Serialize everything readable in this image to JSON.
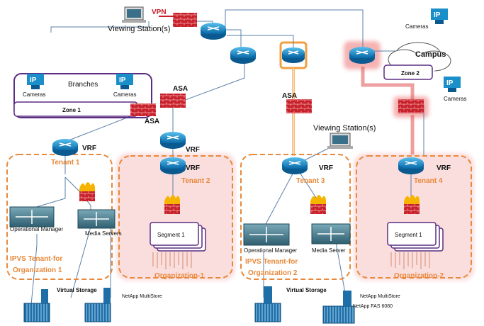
{
  "labels": {
    "vpn": "VPN",
    "viewing_top": "Viewing Station(s)",
    "viewing_mid": "Viewing Station(s)",
    "cameras_tr": "Cameras",
    "cameras_campus": "Cameras",
    "cameras_b1": "Cameras",
    "cameras_b2": "Cameras",
    "ip": "IP",
    "campus": "Campus",
    "zone1": "Zone 1",
    "zone2": "Zone 2",
    "branches": "Branches",
    "asa1": "ASA",
    "asa2": "ASA",
    "asa3": "ASA",
    "vrf": "VRF",
    "tenant1": "Tenant 1",
    "tenant2": "Tenant 2",
    "tenant3": "Tenant 3",
    "tenant4": "Tenant 4",
    "op_mgr1": "Operational Manager",
    "op_mgr2": "Operational Manager",
    "media_servers": "Media Servers",
    "media_server": "Media Server",
    "segment1": "Segment 1",
    "org1": "Organization-1",
    "org2": "Organization-2",
    "ipvs1_line1": "IPVS Tenant-for",
    "ipvs1_line2": "Organization 1",
    "ipvs2_line1": "IPVS Tenant-for",
    "ipvs2_line2": "Organization 2",
    "vstorage": "Virtual Storage",
    "netapp_ms": "NetApp MultiStore",
    "netapp_fas": "NetApp FAS 6080"
  },
  "colors": {
    "orange": "#e8883a",
    "router": "#1a8fc9",
    "firewall": "#c8202a",
    "zone": "#5b2d82",
    "highlight_red": "#e05050",
    "highlight_orange": "#f0a040"
  }
}
